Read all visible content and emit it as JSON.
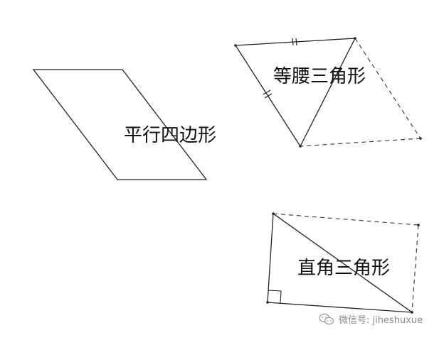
{
  "shapes": {
    "parallelogram": {
      "label": "平行四边形"
    },
    "isosceles_triangle": {
      "label": "等腰三角形"
    },
    "right_triangle": {
      "label": "直角三角形"
    }
  },
  "watermark": {
    "text": "微信号: jiheshuxue",
    "icon": "wechat-icon"
  },
  "colors": {
    "stroke": "#222222",
    "background": "#ffffff",
    "watermark": "#8a8a8a"
  }
}
